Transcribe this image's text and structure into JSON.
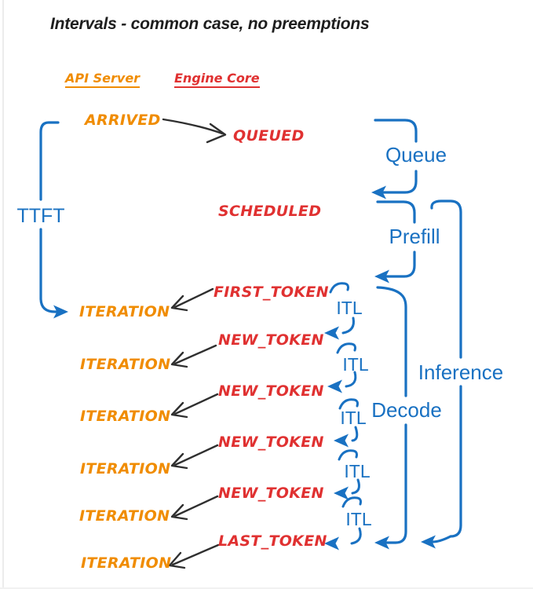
{
  "title": "Intervals - common case, no preemptions",
  "columns": {
    "api_server": "API Server",
    "engine_core": "Engine Core"
  },
  "events": {
    "arrived": "ARRIVED",
    "queued": "QUEUED",
    "scheduled": "SCHEDULED",
    "first_token": "FIRST_TOKEN",
    "new_token": "NEW_TOKEN",
    "last_token": "LAST_TOKEN",
    "iteration": "ITERATION"
  },
  "intervals": {
    "ttft": "TTFT",
    "queue": "Queue",
    "prefill": "Prefill",
    "itl": "ITL",
    "decode": "Decode",
    "inference": "Inference"
  },
  "colors": {
    "api_server_orange": "#f08c00",
    "engine_core_red": "#e03131",
    "interval_blue": "#1971c2",
    "arrow_black": "#2f2f2f",
    "title_black": "#1e1e1e",
    "background": "#ffffff"
  }
}
